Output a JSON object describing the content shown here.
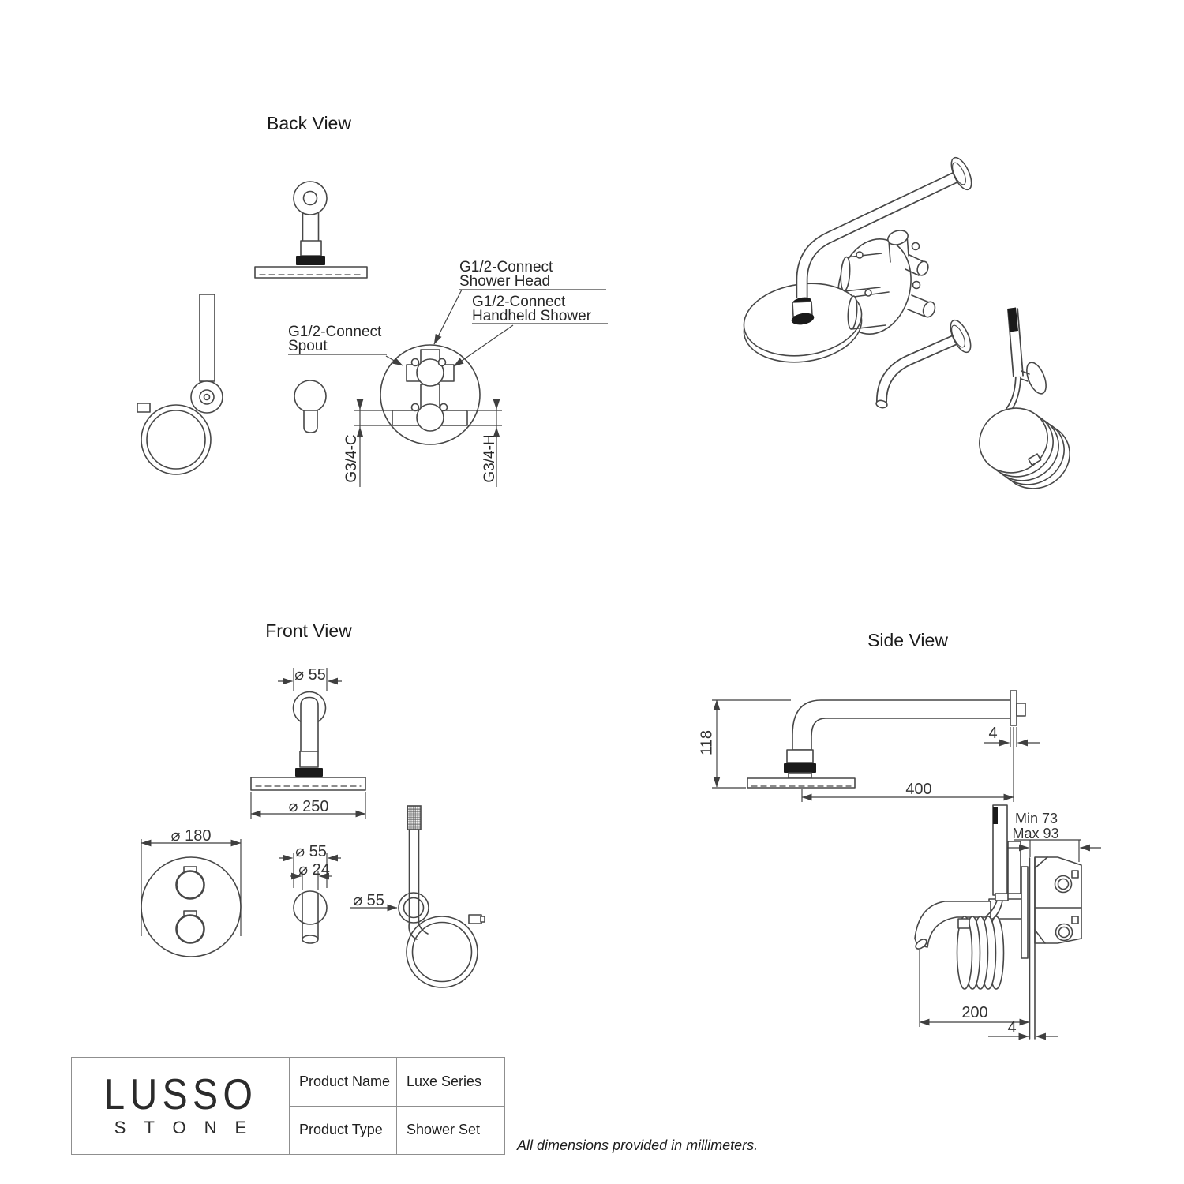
{
  "views": {
    "back": {
      "title": "Back View"
    },
    "front": {
      "title": "Front View"
    },
    "side": {
      "title": "Side View"
    }
  },
  "back_labels": {
    "shower_head_l1": "G1/2-Connect",
    "shower_head_l2": "Shower Head",
    "handheld_l1": "G1/2-Connect",
    "handheld_l2": "Handheld Shower",
    "spout_l1": "G1/2-Connect",
    "spout_l2": "Spout",
    "port_cold": "G3/4-C",
    "port_hot": "G3/4-H"
  },
  "front_dims": {
    "arm_flange_dia": "⌀ 55",
    "head_dia": "⌀ 250",
    "valve_dia": "⌀ 180",
    "spout_flange_dia": "⌀ 55",
    "spout_tube_dia": "⌀ 24",
    "holder_dia": "⌀ 55"
  },
  "side_dims": {
    "head_drop": "118",
    "arm_wall_plate": "4",
    "arm_reach": "400",
    "valve_depth_min": "Min 73",
    "valve_depth_max": "Max 93",
    "spout_reach": "200",
    "spout_wall_plate": "4"
  },
  "footer": {
    "brand_top": "LUSSO",
    "brand_bottom": "STONE",
    "rows": [
      {
        "label": "Product Name",
        "value": "Luxe Series"
      },
      {
        "label": "Product Type",
        "value": "Shower Set"
      }
    ],
    "note": "All dimensions provided in millimeters."
  },
  "colors": {
    "line": "#474747",
    "ink": "#1a1a1a",
    "border": "#8f8f8f"
  }
}
